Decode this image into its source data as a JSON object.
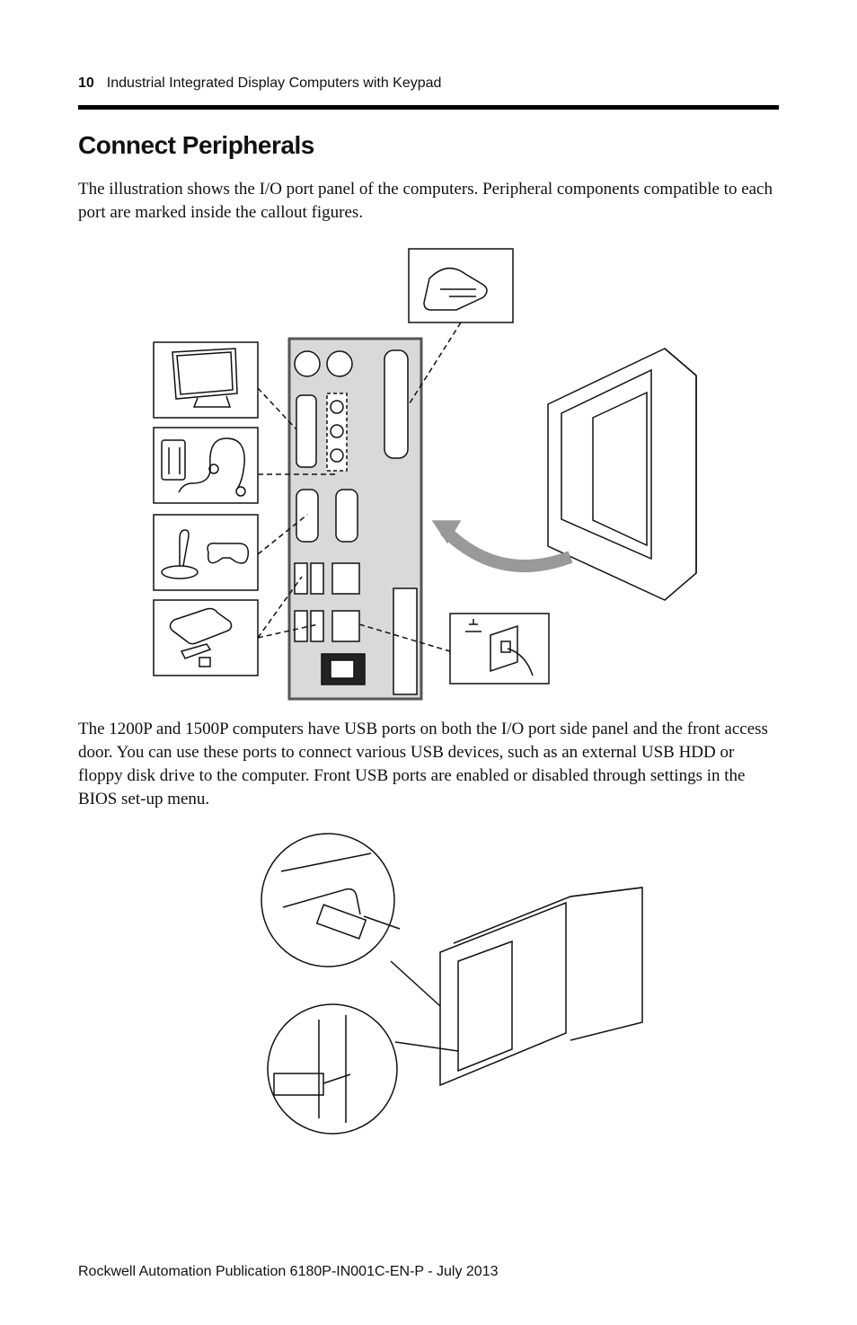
{
  "header": {
    "page_number": "10",
    "running_title": "Industrial Integrated Display Computers with Keypad"
  },
  "section": {
    "title": "Connect Peripherals",
    "intro": "The illustration shows the I/O port panel of the computers. Peripheral components compatible to each port are marked inside the callout figures.",
    "usb_paragraph": "The 1200P and 1500P computers have USB ports on both the I/O port side panel and the front access door. You can use these ports to connect various USB devices, such as an external USB HDD or floppy disk drive to the computer. Front USB ports are enabled or disabled through settings in the BIOS set-up menu."
  },
  "footer": {
    "publication": "Rockwell Automation Publication 6180P-IN001C-EN-P - July 2013"
  }
}
